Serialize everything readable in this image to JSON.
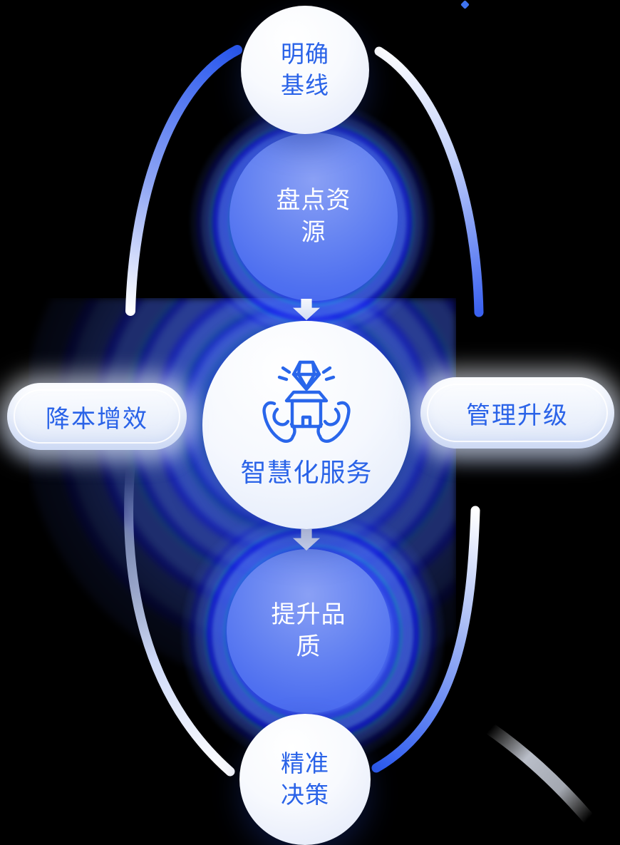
{
  "diagram": {
    "center": {
      "label": "智慧化服务",
      "icon": "hands-gift-diamond-icon"
    },
    "steps": {
      "top": {
        "label": "明确基线"
      },
      "inventory": {
        "label": "盘点资源"
      },
      "quality": {
        "label": "提升品质"
      },
      "decision": {
        "label": "精准决策"
      }
    },
    "benefits": {
      "left": {
        "label": "降本增效"
      },
      "right": {
        "label": "管理升级"
      }
    },
    "colors": {
      "text_blue": "#2a63e8",
      "circle_blue": "#5577f1",
      "deep_blue": "#1d2cfa",
      "cyan": "#1fdef2",
      "white": "#ffffff",
      "background": "#000000"
    }
  }
}
